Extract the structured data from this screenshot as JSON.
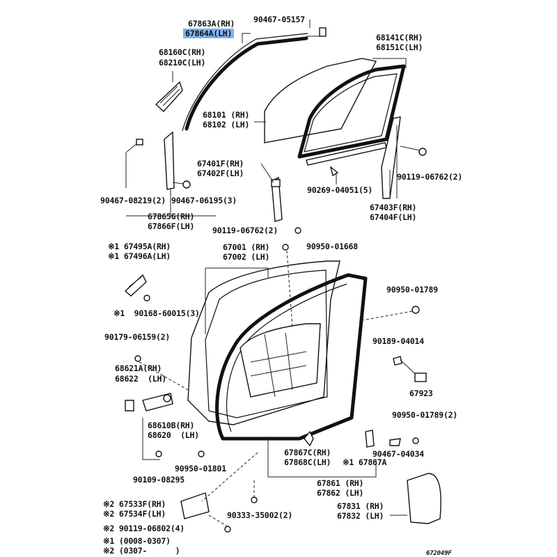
{
  "labels": {
    "p67863a": "67863A(RH)",
    "p67864a": "67864A(LH)",
    "p90467_05157": "90467-05157",
    "p68160c": "68160C(RH)",
    "p68210c": "68210C(LH)",
    "p68141c": "68141C(RH)",
    "p68151c": "68151C(LH)",
    "p68101": "68101 (RH)",
    "p68102": "68102 (LH)",
    "p67401f": "67401F(RH)",
    "p67402f": "67402F(LH)",
    "p90119_06762_a": "90119-06762(2)",
    "p90269_04051": "90269-04051(5)",
    "p67403f": "67403F(RH)",
    "p67404f": "67404F(LH)",
    "p90467_08219": "90467-08219(2)",
    "p90467_06195": "90467-06195(3)",
    "p67865g": "67865G(RH)",
    "p67866f": "67866F(LH)",
    "p90119_06762_b": "90119-06762(2)",
    "p67495a": "※1 67495A(RH)",
    "p67496a": "※1 67496A(LH)",
    "p67001": "67001 (RH)",
    "p67002": "67002 (LH)",
    "p90950_01668": "90950-01668",
    "p90168_60015": "※1  90168-60015(3)",
    "p90950_01789_a": "90950-01789",
    "p90179_06159": "90179-06159(2)",
    "p90189_04014": "90189-04014",
    "p68621a": "68621A(RH)",
    "p68622": "68622  (LH)",
    "p67923": "67923",
    "p68610b": "68610B(RH)",
    "p68620": "68620  (LH)",
    "p90950_01789_b": "90950-01789(2)",
    "p67867c": "67867C(RH)",
    "p67868c": "67868C(LH)",
    "p67867a": "※1 67867A",
    "p90467_04034": "90467-04034",
    "p90950_01801": "90950-01801",
    "p90109_08295": "90109-08295",
    "p67861": "67861 (RH)",
    "p67862": "67862 (LH)",
    "p67533f": "※2 67533F(RH)",
    "p67534f": "※2 67534F(LH)",
    "p90333_35002": "90333-35002(2)",
    "p67831": "67831 (RH)",
    "p67832": "67832 (LH)",
    "p90119_06802": "※2 90119-06802(4)",
    "note1": "※1 (0008-0307)",
    "note2": "※2 (0307-      )",
    "diagram_id": "672049F"
  },
  "highlight_color": "#7fb2f0"
}
